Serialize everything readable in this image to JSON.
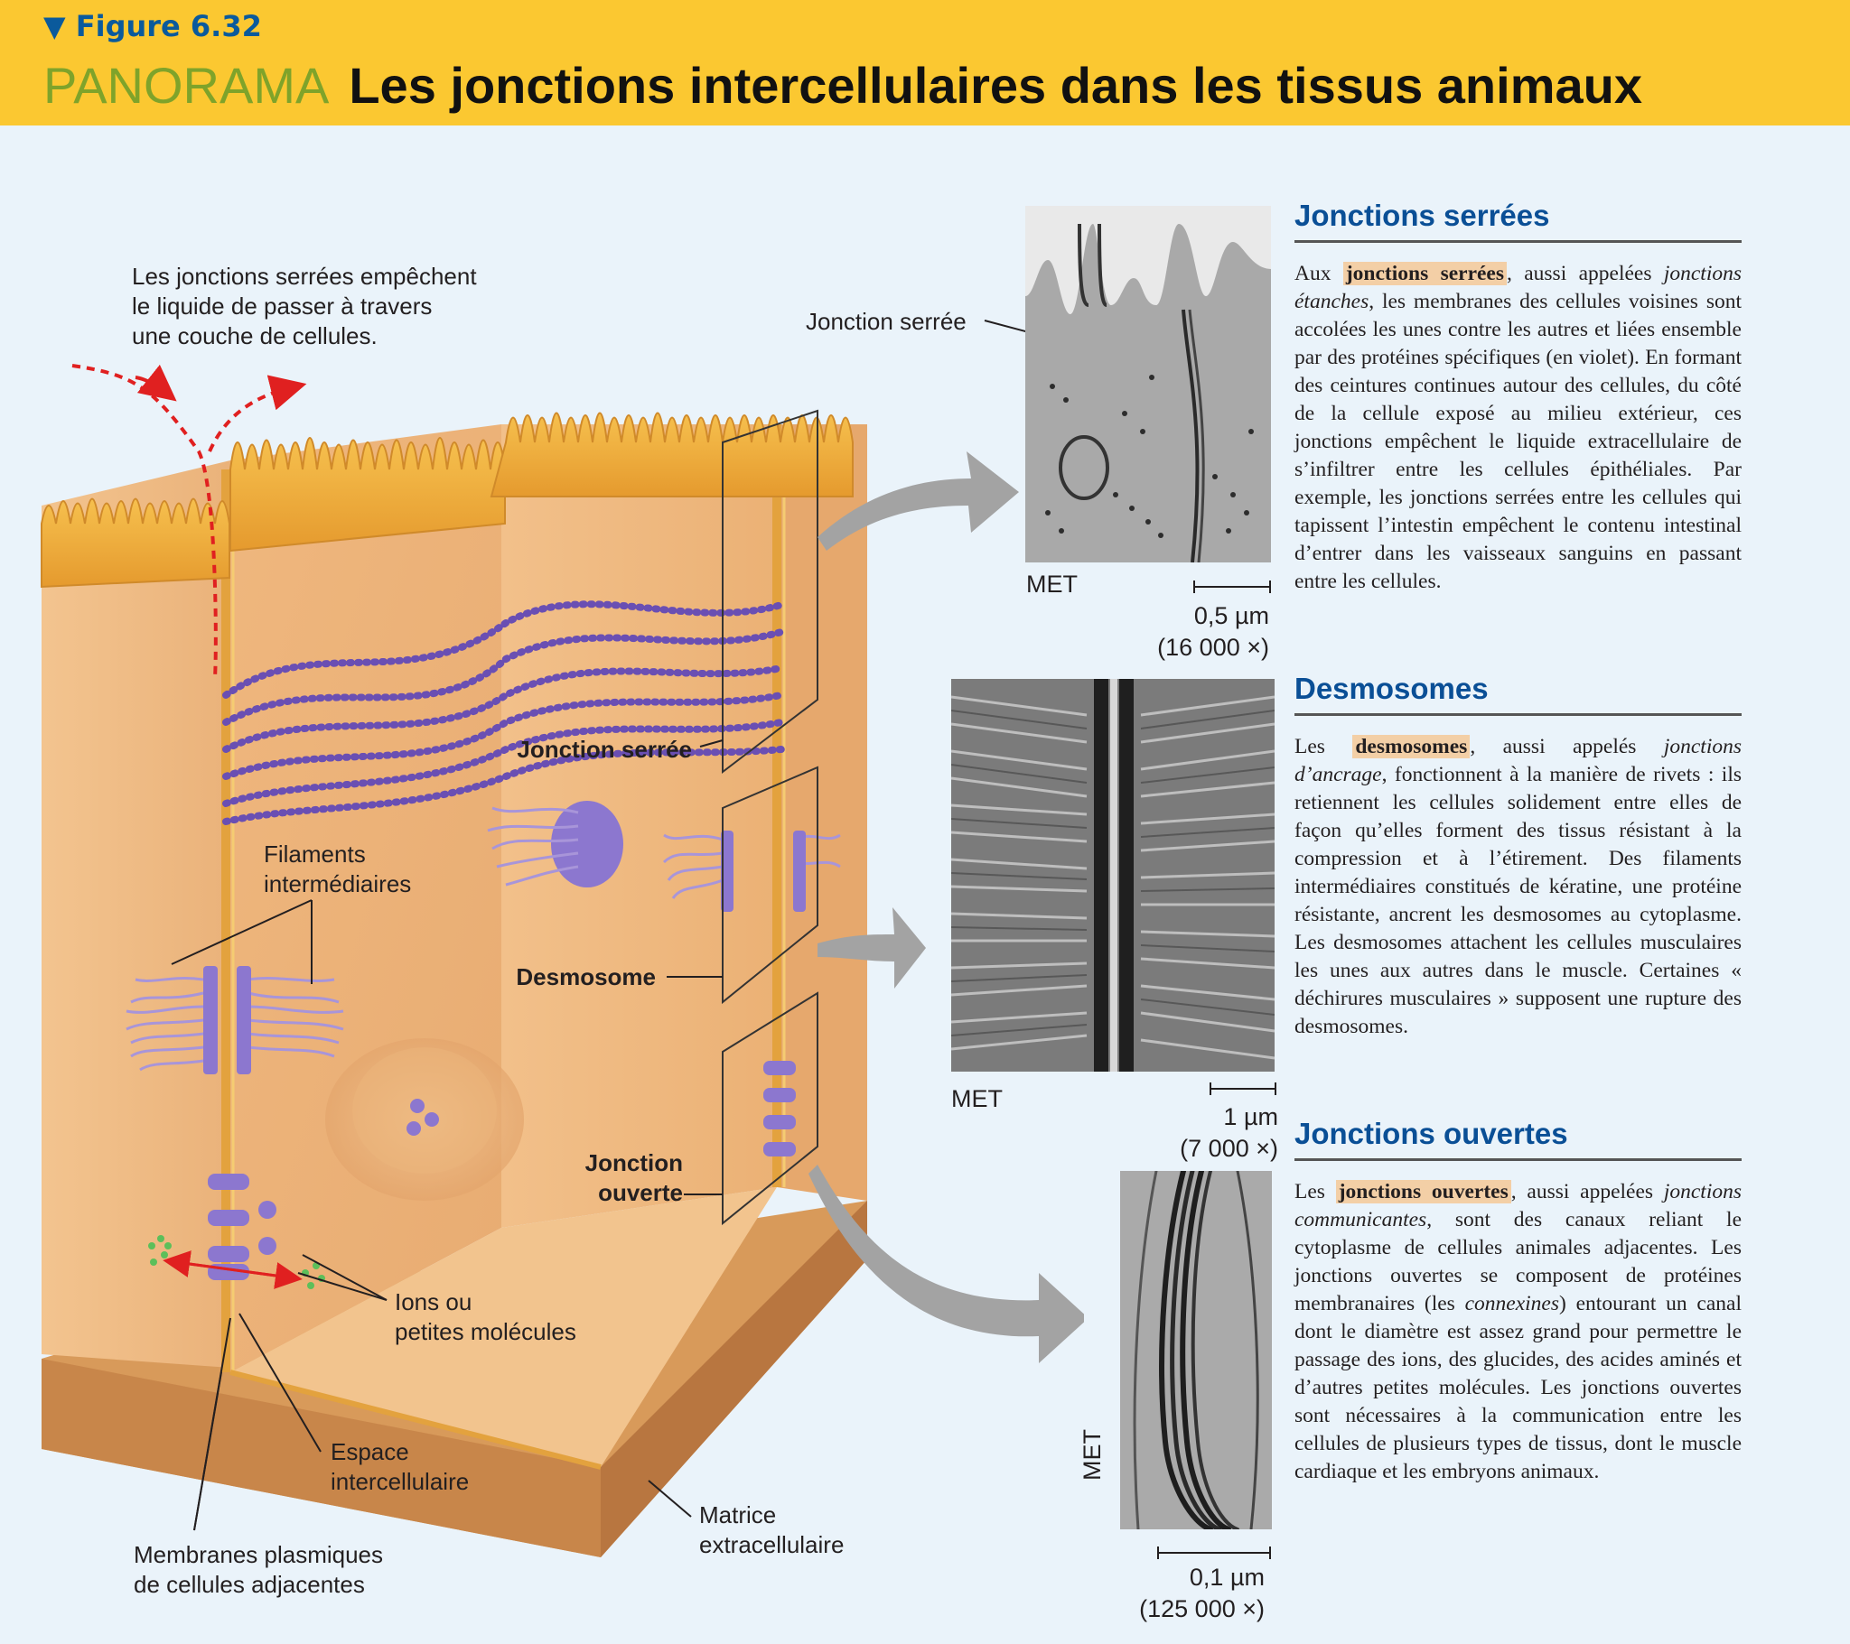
{
  "header": {
    "figure_label": "▼ Figure 6.32",
    "panorama": "PANORAMA",
    "title": "Les jonctions intercellulaires dans les tissus animaux"
  },
  "diagram": {
    "caption_tight": "Les jonctions serrées empêchent\nle liquide de passer à travers\nune couche de cellules.",
    "label_tight_junction": "Jonction serrée",
    "label_desmosome": "Desmosome",
    "label_gap_junction": "Jonction\nouverte",
    "label_filaments": "Filaments\nintermédiaires",
    "label_ions": "Ions ou\npetites molécules",
    "label_space": "Espace\nintercellulaire",
    "label_membranes": "Membranes plasmiques\nde cellules adjacentes",
    "label_matrix": "Matrice\nextracellulaire"
  },
  "micrographs": {
    "tight": {
      "callout": "Jonction serrée",
      "method": "MET",
      "scale": "0,5 µm",
      "magnification": "(16 000 ×)"
    },
    "desmosome": {
      "method": "MET",
      "scale": "1 µm",
      "magnification": "(7 000 ×)"
    },
    "gap": {
      "method": "MET",
      "scale": "0,1 µm",
      "magnification": "(125 000 ×)"
    }
  },
  "sections": {
    "tight": {
      "title": "Jonctions serrées",
      "p1": "Aux ",
      "kw": "jonctions serrées",
      "p2": ", aussi appelées ",
      "em": "jonctions étanches",
      "p3": ", les membranes des cellules voisines sont accolées les unes contre les autres et liées ensemble par des protéines spécifiques (en violet). En formant des ceintures continues autour des cellules, du côté de la cellule exposé au milieu extérieur, ces jonctions empêchent le liquide extracellulaire de s’infiltrer entre les cellules épithéliales. Par exemple, les jonctions serrées entre les cellules qui tapissent l’intestin empêchent le contenu intestinal d’entrer dans les vaisseaux sanguins en passant entre les cellules."
    },
    "desmosome": {
      "title": "Desmosomes",
      "p1": "Les ",
      "kw": "desmosomes",
      "p2": ", aussi appelés ",
      "em": "jonctions d’ancrage",
      "p3": ", fonctionnent à la manière de rivets : ils retiennent les cellules solidement entre elles de façon qu’elles forment des tissus résistant à la compression et à l’étirement. Des filaments intermédiaires constitués de kératine, une protéine résistante, ancrent les desmosomes au cytoplasme. Les desmosomes attachent les cellules musculaires les unes aux autres dans le muscle. Certaines « déchirures musculaires » supposent une rupture des desmosomes."
    },
    "gap": {
      "title": "Jonctions ouvertes",
      "p1": "Les ",
      "kw": "jonctions ouvertes",
      "p2": ", aussi appelées ",
      "em": "jonctions communicantes",
      "p3": ", sont des canaux reliant le cytoplasme de cellules animales adjacentes. Les jonctions ouvertes se composent de protéines membranaires (les ",
      "em2": "connexines",
      "p4": ") entourant un canal dont le diamètre est assez grand pour permettre le passage des ions, des glucides, des acides aminés et d’autres petites molécules. Les jonctions ouvertes sont nécessaires à la communication entre les cellules de plusieurs types de tissus, dont le muscle cardiaque et les embryons animaux."
    }
  },
  "colors": {
    "banner": "#fbc831",
    "panorama": "#7fa32a",
    "section_title": "#0a4f96",
    "cell_fill": "#f0bb85",
    "membrane": "#e3a23e",
    "protein": "#6a4fb3",
    "arrow": "#9a9a9a",
    "dashed_arrow": "#e02020"
  }
}
